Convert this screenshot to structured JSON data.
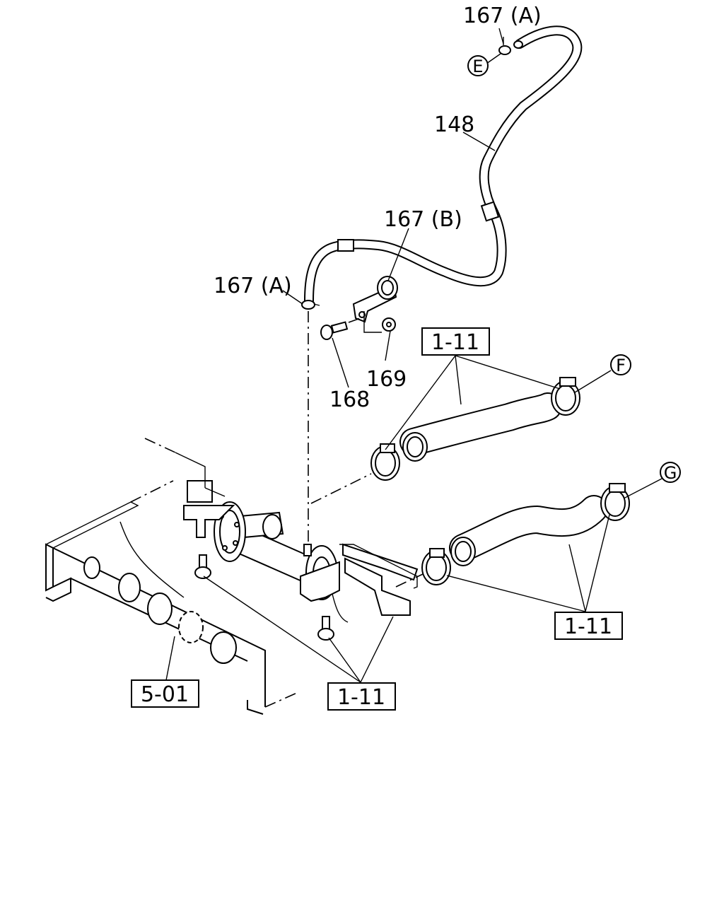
{
  "labels": {
    "l167a_top": "167 (A)",
    "l148": "148",
    "l167b": "167 (B)",
    "l167a_mid": "167 (A)",
    "l168": "168",
    "l169": "169"
  },
  "circles": {
    "e": "E",
    "f": "F",
    "g": "G"
  },
  "refs": {
    "r111_upper": "1-11",
    "r111_right": "1-11",
    "r111_bottom": "1-11",
    "r501": "5-01"
  }
}
